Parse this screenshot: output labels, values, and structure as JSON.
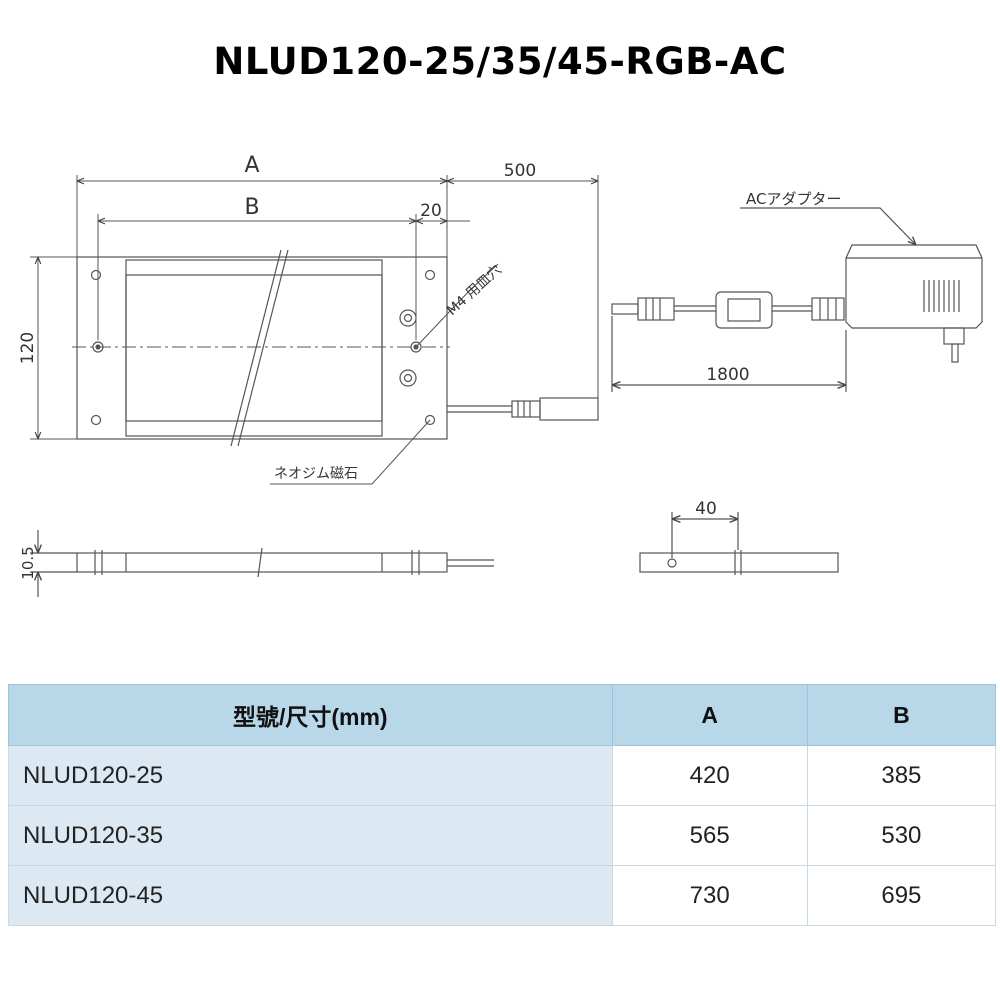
{
  "title": "NLUD120-25/35/45-RGB-AC",
  "drawing": {
    "dim_a": "A",
    "dim_b": "B",
    "dim_20": "20",
    "dim_500": "500",
    "dim_120": "120",
    "dim_1800": "1800",
    "dim_10_5": "10.5",
    "dim_40": "40",
    "label_ac_adapter": "ACアダプター",
    "label_m4": "M4 用皿穴",
    "label_magnet": "ネオジム磁石"
  },
  "table": {
    "headers": [
      "型號/尺寸(mm)",
      "A",
      "B"
    ],
    "rows": [
      {
        "model": "NLUD120-25",
        "a": "420",
        "b": "385"
      },
      {
        "model": "NLUD120-35",
        "a": "565",
        "b": "530"
      },
      {
        "model": "NLUD120-45",
        "a": "730",
        "b": "695"
      }
    ]
  }
}
